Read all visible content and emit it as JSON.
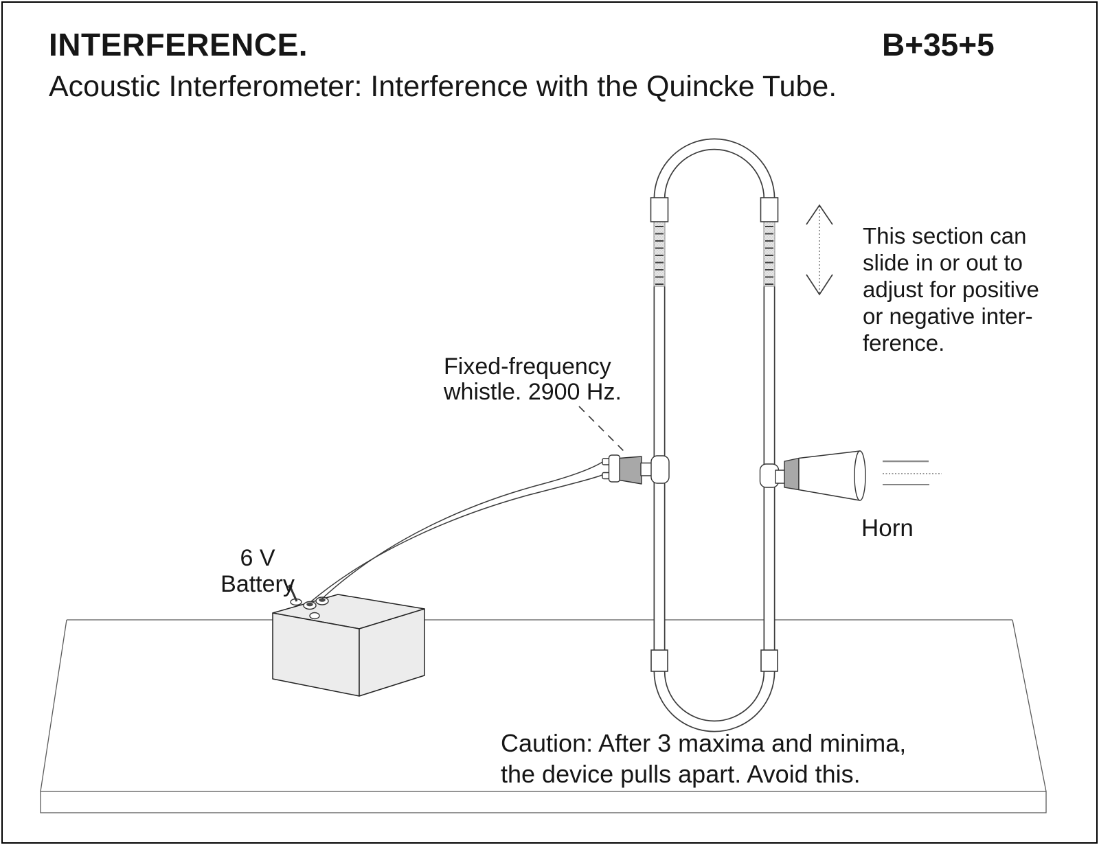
{
  "header": {
    "title": "INTERFERENCE.",
    "code": "B+35+5",
    "subtitle": "Acoustic Interferometer: Interference with the Quincke Tube."
  },
  "labels": {
    "slide_note": "This section can\nslide in or out to\nadjust for positive\nor negative inter-\nference.",
    "whistle": "Fixed-frequency\nwhistle. 2900 Hz.",
    "horn": "Horn",
    "battery": "6 V\nBattery",
    "caution": "Caution: After 3 maxima and minima,\nthe device pulls apart. Avoid this."
  },
  "colors": {
    "line": "#3b3b3b",
    "gray_fill": "#a8a8a8",
    "battery_fill": "#ececec",
    "slider_fill": "#e7e7e7",
    "table_line": "#5a5a5a"
  }
}
